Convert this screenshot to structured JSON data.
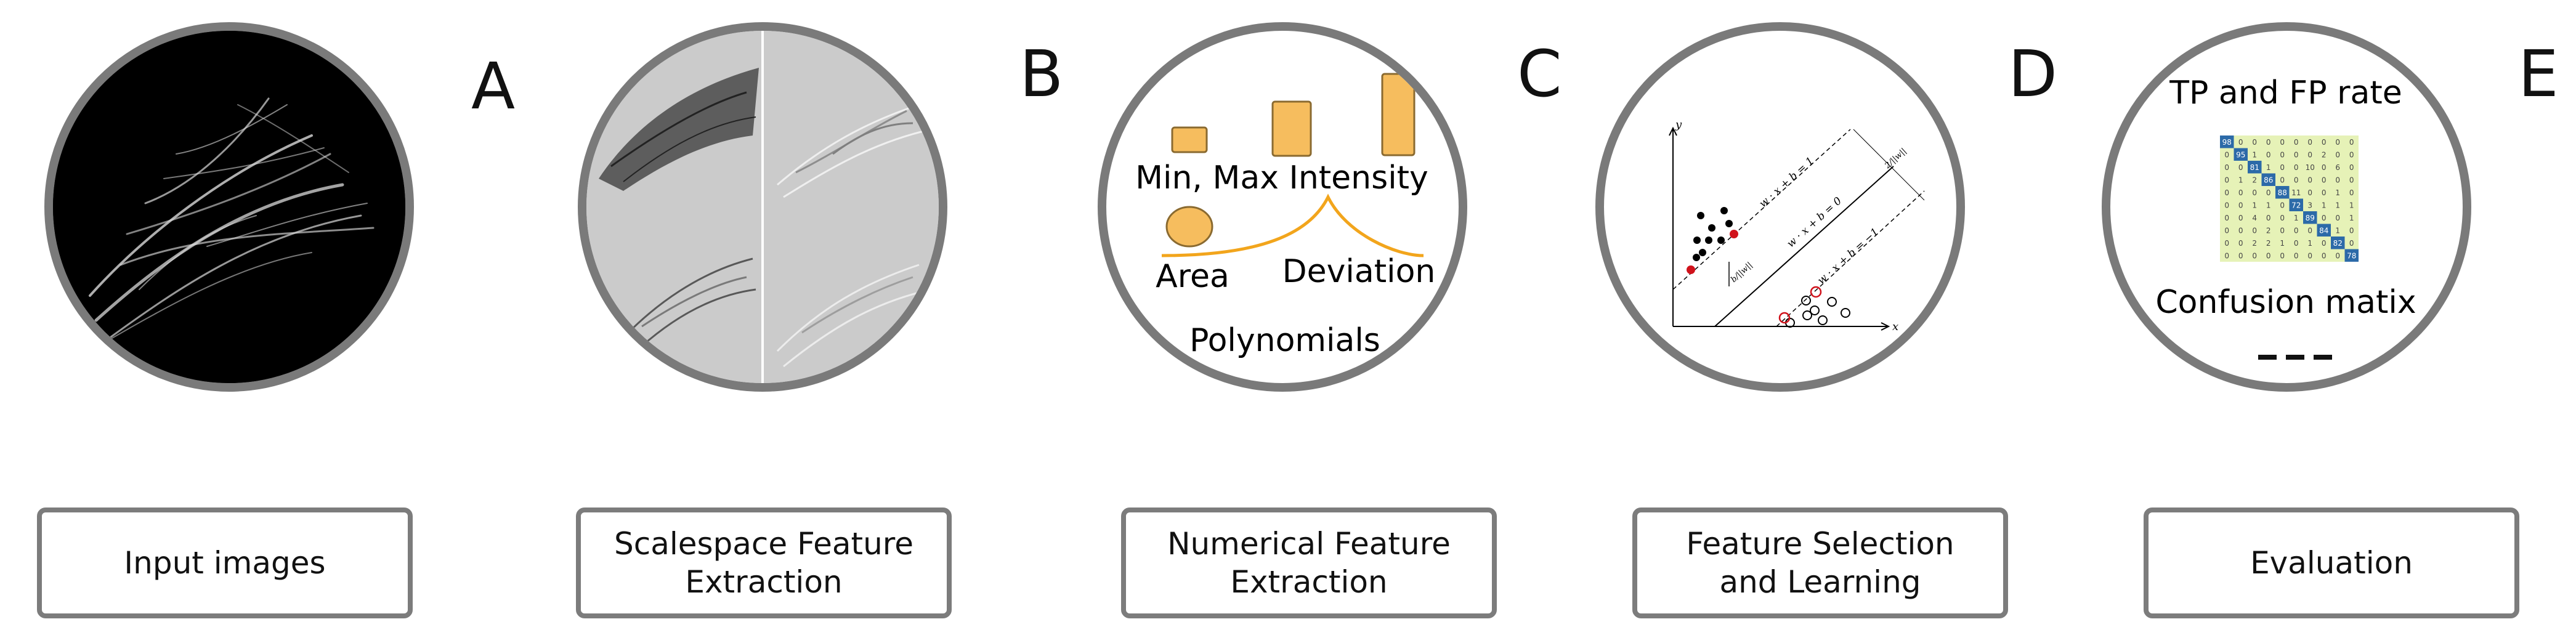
{
  "panels": [
    {
      "letter": "A",
      "caption": "Input images"
    },
    {
      "letter": "B",
      "caption": "Scalespace Feature\nExtraction"
    },
    {
      "letter": "C",
      "caption": "Numerical Feature\nExtraction"
    },
    {
      "letter": "D",
      "caption": "Feature Selection\nand Learning"
    },
    {
      "letter": "E",
      "caption": "Evaluation"
    }
  ],
  "numerical": {
    "min_max": "Min, Max Intensity",
    "area": "Area",
    "deviation": "Deviation",
    "polynomials": "Polynomials",
    "dashes": "— — —",
    "accent": "#f6bd5e",
    "curve_color": "#f2a51c"
  },
  "svm": {
    "y_axis": "y",
    "x_axis": "x",
    "line_top": "w · x + b = 1",
    "line_mid": "w · x + b = 0",
    "line_bottom": "w · x + b = −1",
    "margin_label": "2/||w||",
    "offset_label": "b/||w||",
    "point_color": "#000000",
    "support_color": "#d0121b"
  },
  "evaluation": {
    "title": "TP and FP rate",
    "subtitle": "Confusion matix",
    "dashes": "— — —",
    "matrix": [
      [
        "98",
        "0",
        "0",
        "0",
        "0",
        "0",
        "0",
        "0",
        "0",
        "0"
      ],
      [
        "0",
        "95",
        "1",
        "0",
        "0",
        "0",
        "0",
        "2",
        "0",
        "0"
      ],
      [
        "0",
        "0",
        "81",
        "1",
        "0",
        "0",
        "10",
        "0",
        "6",
        "0"
      ],
      [
        "0",
        "1",
        "2",
        "86",
        "0",
        "0",
        "0",
        "0",
        "0",
        "0"
      ],
      [
        "0",
        "0",
        "0",
        "0",
        "88",
        "11",
        "0",
        "0",
        "1",
        "0"
      ],
      [
        "0",
        "0",
        "1",
        "1",
        "0",
        "72",
        "3",
        "1",
        "1",
        "1"
      ],
      [
        "0",
        "0",
        "4",
        "0",
        "0",
        "1",
        "89",
        "0",
        "0",
        "1"
      ],
      [
        "0",
        "0",
        "0",
        "2",
        "0",
        "0",
        "0",
        "84",
        "1",
        "0"
      ],
      [
        "0",
        "0",
        "2",
        "2",
        "1",
        "0",
        "1",
        "0",
        "82",
        "0"
      ],
      [
        "0",
        "0",
        "0",
        "0",
        "0",
        "0",
        "0",
        "0",
        "0",
        "78"
      ]
    ],
    "cell_bg": "#e6f2b7",
    "diag_color": "#2c6aa8"
  }
}
